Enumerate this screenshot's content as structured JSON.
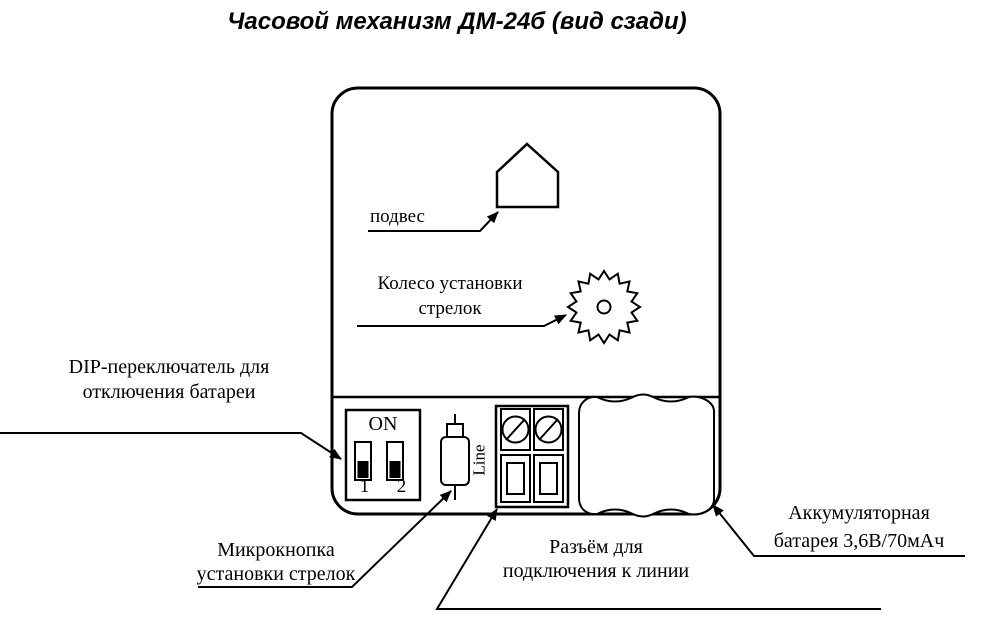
{
  "title": "Часовой механизм ДМ-24б (вид сзади)",
  "labels": {
    "hanger": "подвес",
    "wheel_line1": "Колесо установки",
    "wheel_line2": "стрелок",
    "dip_line1": "DIP-переключатель для",
    "dip_line2": "отключения батареи",
    "button_line1": "Микрокнопка",
    "button_line2": "установки стрелок",
    "connector_line1": "Разъём для",
    "connector_line2": "подключения к линии",
    "battery_line1": "Аккумуляторная",
    "battery_line2": "батарея 3,6В/70мАч"
  },
  "dip_switch": {
    "on_label": "ON",
    "switch1": "1",
    "switch2": "2"
  },
  "terminal": {
    "line_label": "Line"
  },
  "colors": {
    "ink": "#000000",
    "background": "#ffffff"
  }
}
